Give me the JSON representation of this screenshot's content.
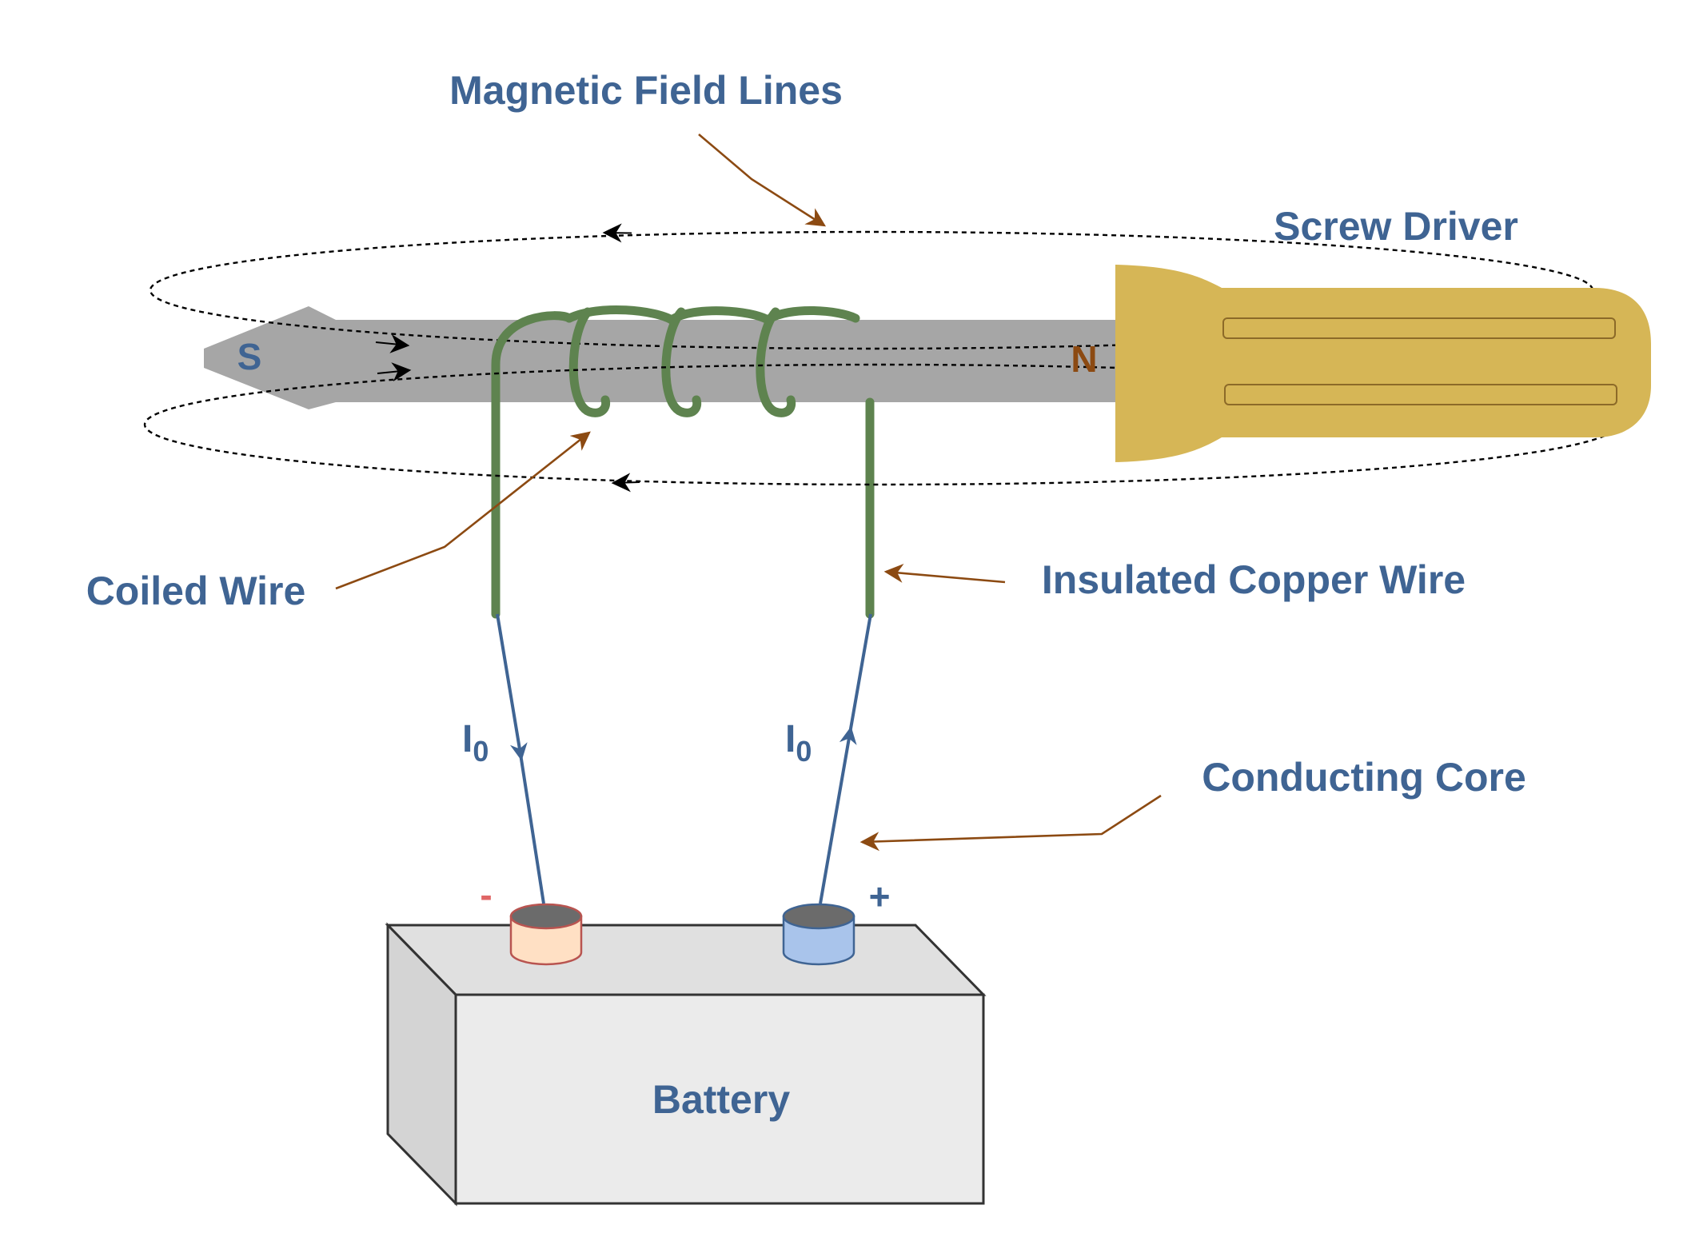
{
  "labels": {
    "magnetic_field_lines": "Magnetic Field Lines",
    "screw_driver": "Screw Driver",
    "coiled_wire": "Coiled Wire",
    "insulated_copper_wire": "Insulated Copper Wire",
    "conducting_core": "Conducting Core",
    "battery": "Battery",
    "pole_south": "S",
    "pole_north": "N",
    "current_left_main": "I",
    "current_left_sub": "0",
    "current_right_main": "I",
    "current_right_sub": "0",
    "terminal_negative": "-",
    "terminal_positive": "+"
  },
  "colors": {
    "label_text": "#3F6493",
    "pointer_arrow": "#8C4A12",
    "shaft": "#A6A6A6",
    "handle": "#D6B656",
    "coil": "#5E834F",
    "lead_wire": "#3F6493",
    "negative_terminal": "#FFE0C4",
    "positive_terminal": "#A9C4EB",
    "battery_front": "#EBEBEB",
    "battery_top": "#E0E0E0",
    "battery_side": "#D4D4D4"
  }
}
